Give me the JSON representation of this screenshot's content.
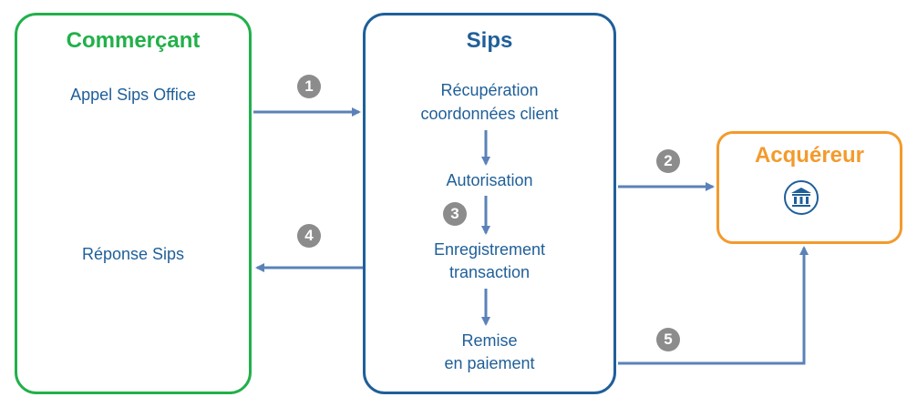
{
  "merchant": {
    "title": "Commerçant",
    "call_label": "Appel Sips Office",
    "response_label": "Réponse Sips"
  },
  "sips": {
    "title": "Sips",
    "steps": [
      {
        "line1": "Récupération",
        "line2": "coordonnées client"
      },
      {
        "line1": "Autorisation"
      },
      {
        "line1": "Enregistrement",
        "line2": "transaction"
      },
      {
        "line1": "Remise",
        "line2": "en paiement"
      }
    ]
  },
  "acquirer": {
    "title": "Acquéreur",
    "icon": "bank-icon"
  },
  "badges": [
    "1",
    "2",
    "3",
    "4",
    "5"
  ],
  "colors": {
    "merchant": "#22b04a",
    "sips": "#1f5f99",
    "acquirer": "#f39a2c",
    "arrow": "#5a82b8",
    "badge": "#8c8c8c"
  }
}
